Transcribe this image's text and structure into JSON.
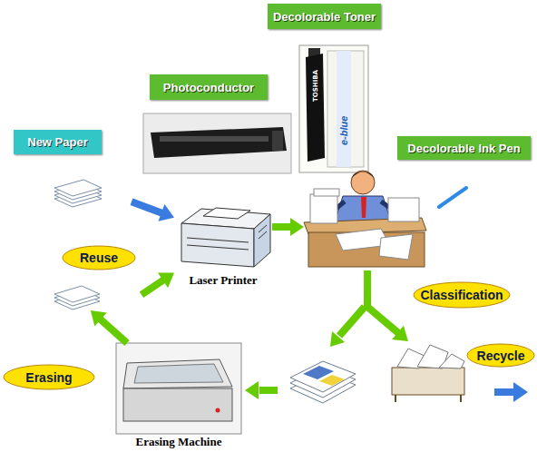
{
  "diagram": {
    "nodes": [
      {
        "text": [
          "Decolorable Toner"
        ]
      },
      {
        "text": [
          "Photoconductor"
        ]
      },
      {
        "text": [
          "New Paper"
        ]
      },
      {
        "text": [
          "Decolorable Ink Pen"
        ]
      },
      {
        "text": [
          "Laser Printer"
        ]
      },
      {
        "text": [
          "Reuse"
        ]
      },
      {
        "text": [
          "Classification"
        ]
      },
      {
        "text": [
          "Recycle"
        ]
      },
      {
        "text": [
          "Erasing"
        ]
      },
      {
        "text": [
          "Erasing Machine"
        ]
      }
    ],
    "edges": [
      {
        "from": 2,
        "to": 4,
        "arrow": "to"
      },
      {
        "from": 4,
        "to": 3,
        "arrow": "to"
      },
      {
        "from": 3,
        "to": 7,
        "arrow": "to"
      },
      {
        "from": 9,
        "to": 5,
        "arrow": "to"
      },
      {
        "from": 5,
        "to": 4,
        "arrow": "to"
      }
    ],
    "labels": [
      "TOSHIBA",
      "e-blue"
    ]
  }
}
